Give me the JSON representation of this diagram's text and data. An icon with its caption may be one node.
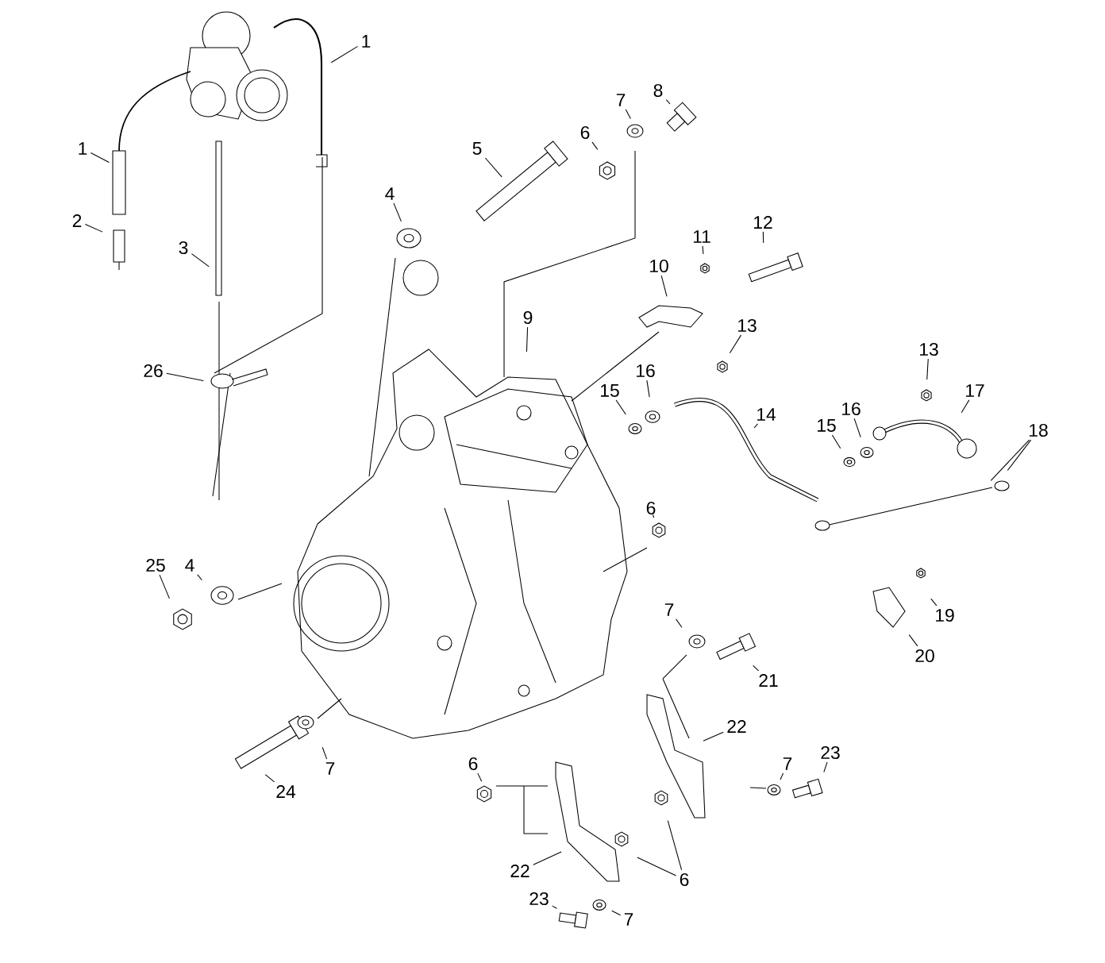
{
  "diagram": {
    "nodes": [
      {
        "text": [
          "1"
        ]
      },
      {
        "text": [
          "8"
        ]
      },
      {
        "text": [
          "7"
        ]
      },
      {
        "text": [
          "6"
        ]
      },
      {
        "text": [
          "5"
        ]
      },
      {
        "text": [
          "1"
        ]
      },
      {
        "text": [
          "4"
        ]
      },
      {
        "text": [
          "2"
        ]
      },
      {
        "text": [
          "12"
        ]
      },
      {
        "text": [
          "11"
        ]
      },
      {
        "text": [
          "3"
        ]
      },
      {
        "text": [
          "10"
        ]
      },
      {
        "text": [
          "9"
        ]
      },
      {
        "text": [
          "13"
        ]
      },
      {
        "text": [
          "13"
        ]
      },
      {
        "text": [
          "26"
        ]
      },
      {
        "text": [
          "16"
        ]
      },
      {
        "text": [
          "15"
        ]
      },
      {
        "text": [
          "17"
        ]
      },
      {
        "text": [
          "16"
        ]
      },
      {
        "text": [
          "14"
        ]
      },
      {
        "text": [
          "15"
        ]
      },
      {
        "text": [
          "18"
        ]
      },
      {
        "text": [
          "6"
        ]
      },
      {
        "text": [
          "25"
        ]
      },
      {
        "text": [
          "4"
        ]
      },
      {
        "text": [
          "19"
        ]
      },
      {
        "text": [
          "7"
        ]
      },
      {
        "text": [
          "20"
        ]
      },
      {
        "text": [
          "21"
        ]
      },
      {
        "text": [
          "22"
        ]
      },
      {
        "text": [
          "7"
        ]
      },
      {
        "text": [
          "7"
        ]
      },
      {
        "text": [
          "23"
        ]
      },
      {
        "text": [
          "6"
        ]
      },
      {
        "text": [
          "24"
        ]
      },
      {
        "text": [
          "22"
        ]
      },
      {
        "text": [
          "6"
        ]
      },
      {
        "text": [
          "23"
        ]
      },
      {
        "text": [
          "7"
        ]
      }
    ],
    "edges": [
      {
        "from": 0,
        "to": null,
        "arrow": "none"
      },
      {
        "from": 1,
        "to": null,
        "arrow": "none"
      },
      {
        "from": 2,
        "to": null,
        "arrow": "none"
      },
      {
        "from": 3,
        "to": null,
        "arrow": "none"
      },
      {
        "from": 4,
        "to": null,
        "arrow": "none"
      },
      {
        "from": 5,
        "to": null,
        "arrow": "none"
      },
      {
        "from": 6,
        "to": null,
        "arrow": "none"
      },
      {
        "from": 7,
        "to": null,
        "arrow": "none"
      },
      {
        "from": 8,
        "to": null,
        "arrow": "none"
      },
      {
        "from": 9,
        "to": null,
        "arrow": "none"
      },
      {
        "from": 10,
        "to": null,
        "arrow": "none"
      },
      {
        "from": 11,
        "to": null,
        "arrow": "none"
      },
      {
        "from": 12,
        "to": null,
        "arrow": "none"
      },
      {
        "from": 13,
        "to": null,
        "arrow": "none"
      },
      {
        "from": 14,
        "to": null,
        "arrow": "none"
      },
      {
        "from": 15,
        "to": null,
        "arrow": "none"
      },
      {
        "from": 16,
        "to": null,
        "arrow": "none"
      },
      {
        "from": 17,
        "to": null,
        "arrow": "none"
      },
      {
        "from": 18,
        "to": null,
        "arrow": "none"
      },
      {
        "from": 19,
        "to": null,
        "arrow": "none"
      },
      {
        "from": 20,
        "to": null,
        "arrow": "none"
      },
      {
        "from": 21,
        "to": null,
        "arrow": "none"
      },
      {
        "from": 22,
        "to": null,
        "arrow": "none"
      },
      {
        "from": 22,
        "to": null,
        "arrow": "none"
      },
      {
        "from": 23,
        "to": null,
        "arrow": "none"
      },
      {
        "from": 24,
        "to": null,
        "arrow": "none"
      },
      {
        "from": 25,
        "to": null,
        "arrow": "none"
      },
      {
        "from": 26,
        "to": null,
        "arrow": "none"
      },
      {
        "from": 27,
        "to": null,
        "arrow": "none"
      },
      {
        "from": 28,
        "to": null,
        "arrow": "none"
      },
      {
        "from": 29,
        "to": null,
        "arrow": "none"
      },
      {
        "from": 30,
        "to": null,
        "arrow": "none"
      },
      {
        "from": 31,
        "to": null,
        "arrow": "none"
      },
      {
        "from": 32,
        "to": null,
        "arrow": "none"
      },
      {
        "from": 33,
        "to": null,
        "arrow": "none"
      },
      {
        "from": 34,
        "to": null,
        "arrow": "none"
      },
      {
        "from": 35,
        "to": null,
        "arrow": "none"
      },
      {
        "from": 36,
        "to": null,
        "arrow": "none"
      },
      {
        "from": 37,
        "to": null,
        "arrow": "none"
      },
      {
        "from": 37,
        "to": null,
        "arrow": "none"
      },
      {
        "from": 38,
        "to": null,
        "arrow": "none"
      },
      {
        "from": 39,
        "to": null,
        "arrow": "none"
      }
    ]
  }
}
